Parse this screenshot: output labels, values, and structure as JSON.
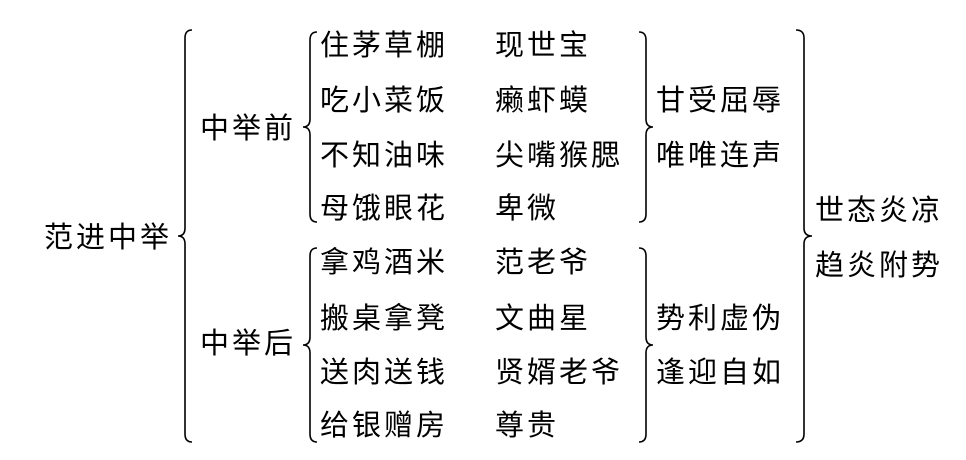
{
  "root": "范进中举",
  "groups": [
    {
      "label": "中举前",
      "details": [
        "住茅草棚",
        "吃小菜饭",
        "不知油味",
        "母饿眼花"
      ],
      "addresses": [
        "现世宝",
        "癞虾蟆",
        "尖嘴猴腮",
        "卑微"
      ],
      "attitude": [
        "甘受屈辱",
        "唯唯连声"
      ]
    },
    {
      "label": "中举后",
      "details": [
        "拿鸡酒米",
        "搬桌拿凳",
        "送肉送钱",
        "给银赠房"
      ],
      "addresses": [
        "范老爷",
        "文曲星",
        "贤婿老爷",
        "尊贵"
      ],
      "attitude": [
        "势利虚伪",
        "逢迎自如"
      ]
    }
  ],
  "theme": [
    "世态炎凉",
    "趋炎附势"
  ]
}
